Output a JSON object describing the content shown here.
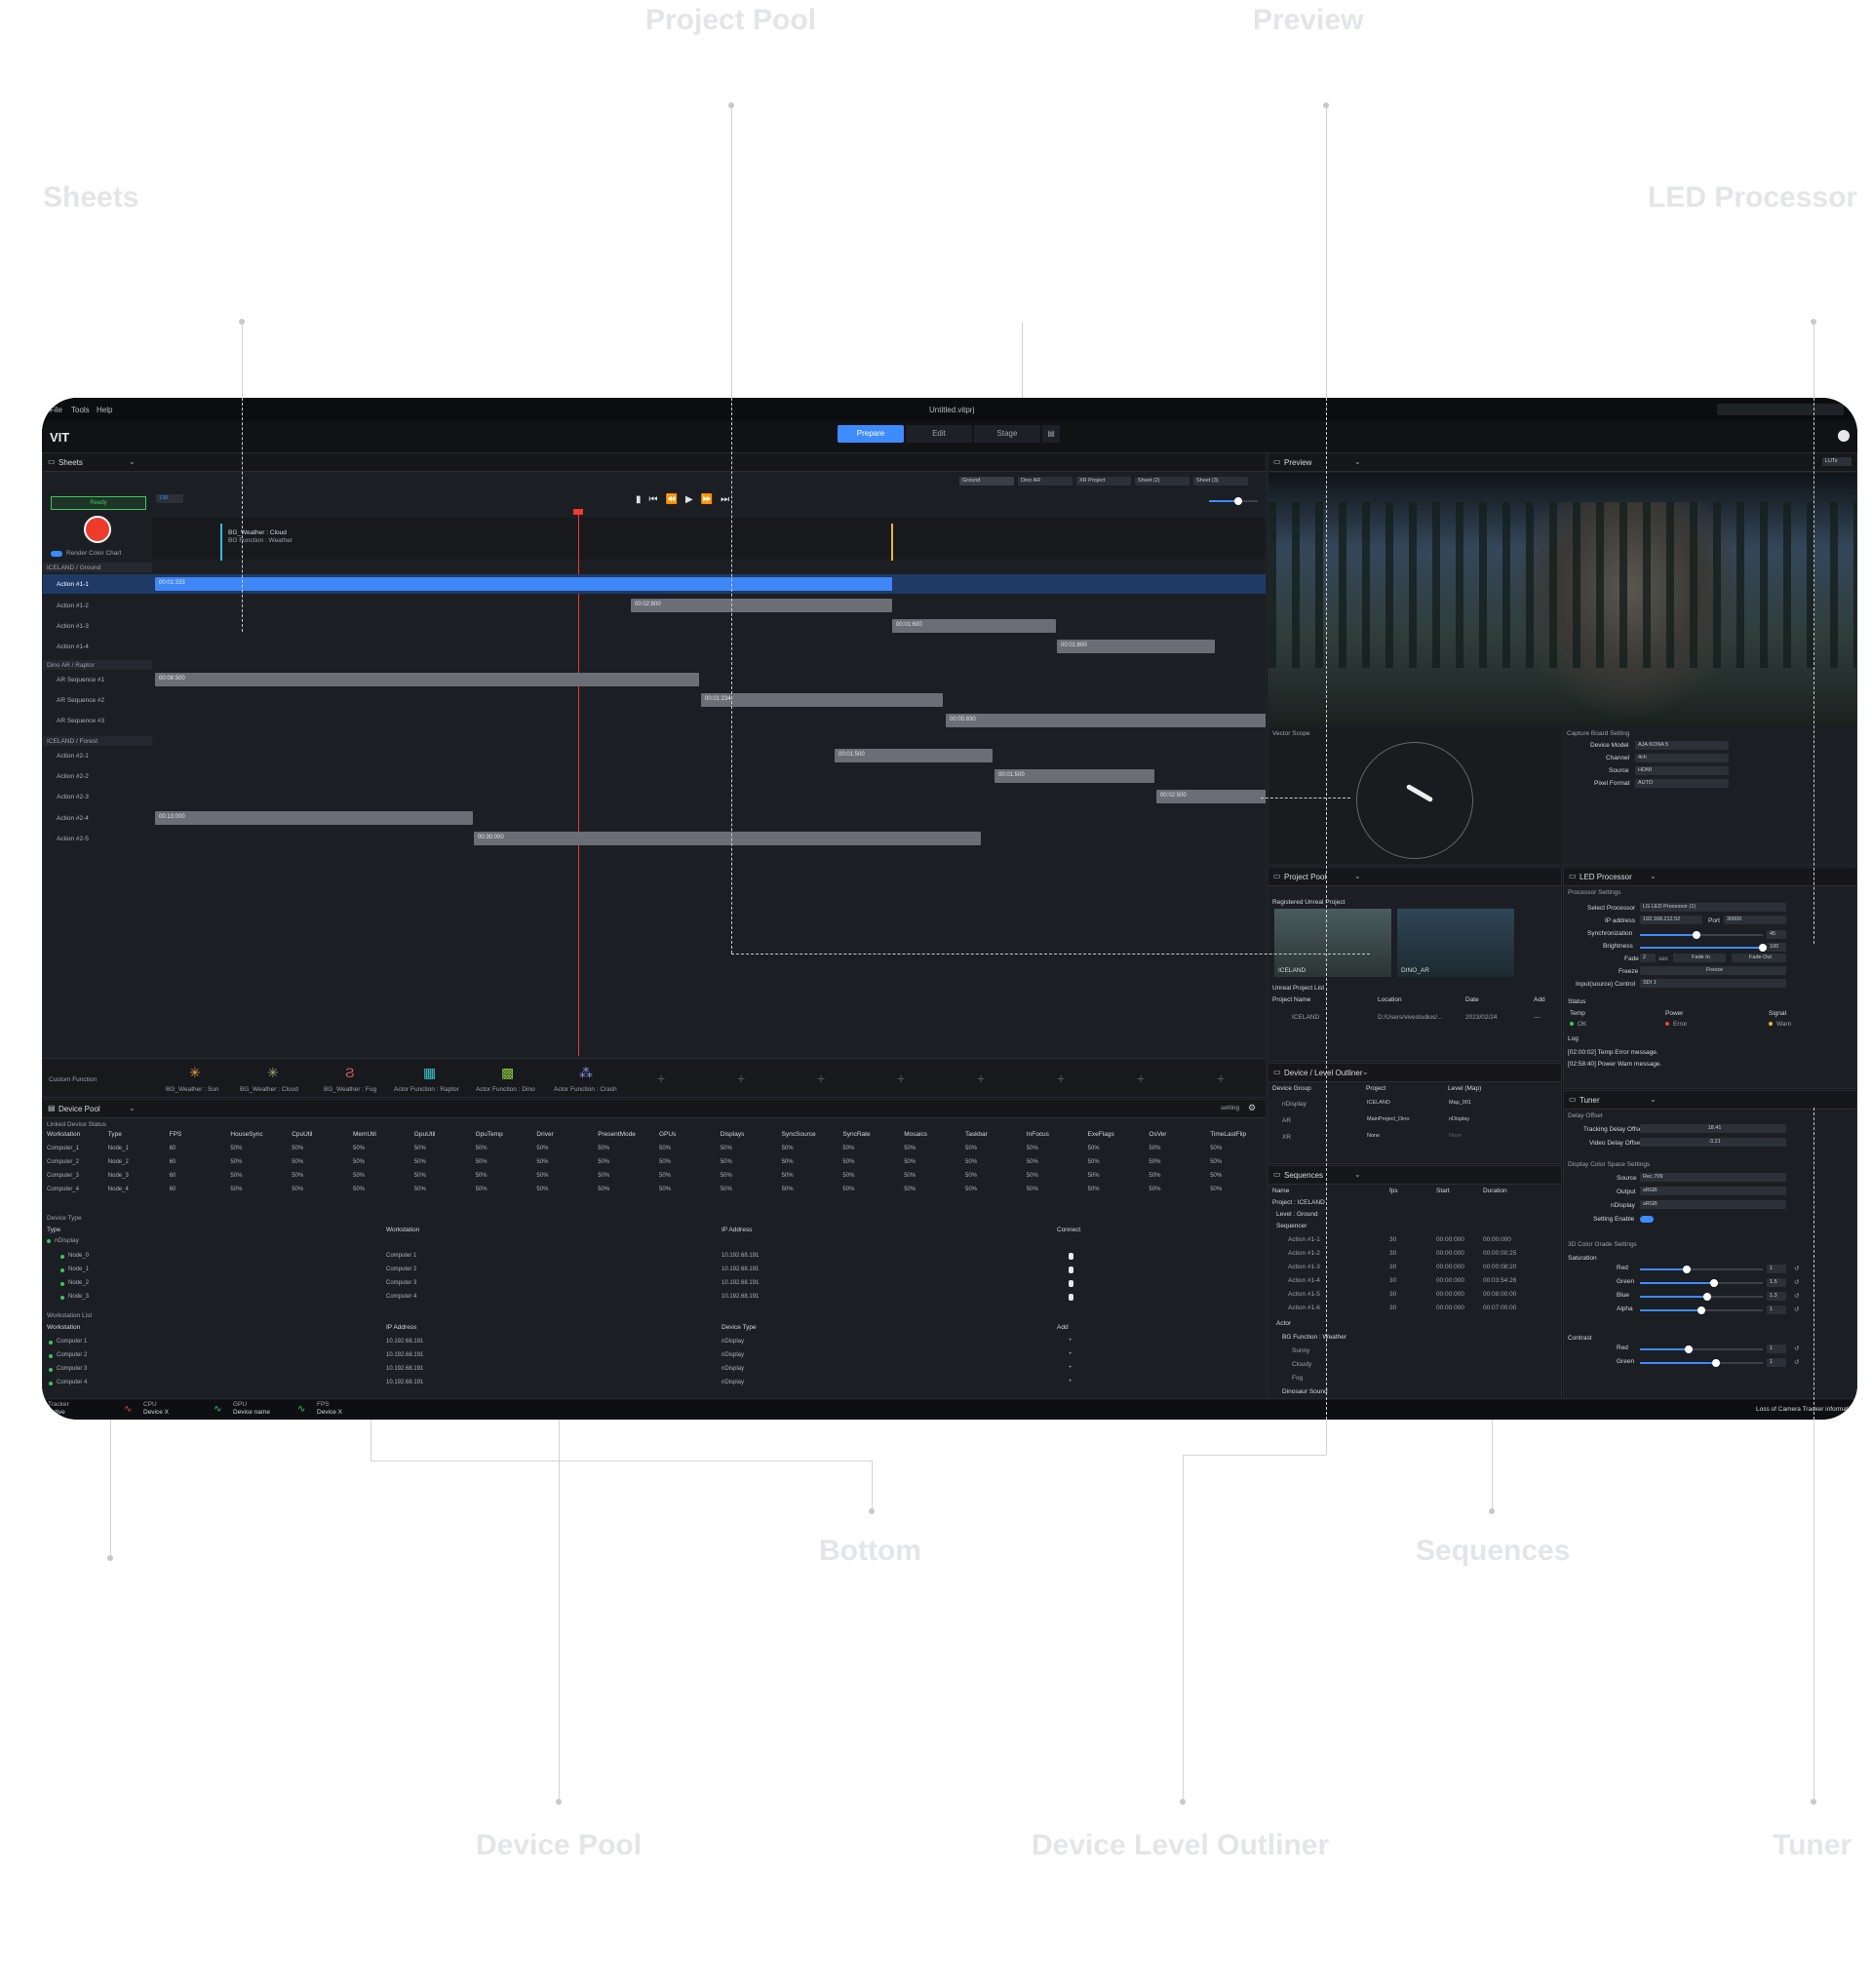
{
  "callouts": {
    "project_pool": "Project Pool",
    "preview": "Preview",
    "sheets": "Sheets",
    "led_processor": "LED Processor",
    "bottom": "Bottom",
    "sequences": "Sequences",
    "device_pool": "Device Pool",
    "device_level_outliner": "Device Level Outliner",
    "tuner": "Tuner"
  },
  "app": {
    "menu": [
      "File",
      "Tools",
      "Help"
    ],
    "window_title": "Untitled.vitprj",
    "logo": "VIT",
    "tabs": [
      "Prepare",
      "Edit",
      "Stage"
    ],
    "active_tab": "Prepare"
  },
  "sheets": {
    "title": "Sheets",
    "sheet_tabs": [
      "Ground",
      "Dino AR",
      "XR Project",
      "Sheet (2)",
      "Sheet (3)"
    ],
    "ready_label": "Ready",
    "render_color_chart": "Render Color Chart",
    "frame_box": "138",
    "cue_clip": "BG_Weather : Cloud",
    "cue_sub": "BG Function : Weather",
    "groups": [
      {
        "name": "ICELAND / Ground",
        "tracks": [
          {
            "label": "Action #1-1",
            "clip": "00:01:333",
            "selected": true
          },
          {
            "label": "Action #1-2",
            "clip": "00:02:800"
          },
          {
            "label": "Action #1-3",
            "clip": "00:01:600"
          },
          {
            "label": "Action #1-4",
            "clip": "00:01:600"
          }
        ]
      },
      {
        "name": "Dino AR / Raptor",
        "tracks": [
          {
            "label": "AR Sequence #1",
            "clip": "00:08:500"
          },
          {
            "label": "AR Sequence #2",
            "clip": "00:01:234"
          },
          {
            "label": "AR Sequence #3",
            "clip": "00:05:830"
          }
        ]
      },
      {
        "name": "ICELAND / Forest",
        "tracks": [
          {
            "label": "Action #2-1",
            "clip": "00:01:500"
          },
          {
            "label": "Action #2-2",
            "clip": "00:01:500"
          },
          {
            "label": "Action #2-3",
            "clip": "00:02:500"
          },
          {
            "label": "Action #2-4",
            "clip": "00:13:000"
          },
          {
            "label": "Action #2-5",
            "clip": "00:30:000"
          }
        ]
      }
    ],
    "custom_function": "Custom Function",
    "functions": [
      "BG_Weather : Sun",
      "BG_Weather : Cloud",
      "BG_Weather : Fog",
      "Actor Function : Raptor",
      "Actor Function : Dino",
      "Actor Function : Crash"
    ]
  },
  "preview": {
    "title": "Preview",
    "luts": "LUTs",
    "vector_scope": "Vector Scope",
    "capture_title": "Capture Board Setting",
    "capture": [
      {
        "label": "Device Model",
        "value": "AJA KONA 5"
      },
      {
        "label": "Channel",
        "value": "4ch"
      },
      {
        "label": "Source",
        "value": "HDMI"
      },
      {
        "label": "Pixel Format",
        "value": "AUTO"
      }
    ]
  },
  "project_pool": {
    "title": "Project Pool",
    "registered": "Registered Unreal Project",
    "thumbs": [
      "ICELAND",
      "DINO_AR"
    ],
    "list_title": "Unreal Project List",
    "headers": [
      "Project Name",
      "Location",
      "Date",
      "Add"
    ],
    "row": [
      "ICELAND",
      "D:/Users/vivestudios/...",
      "2023/02/24",
      "—"
    ]
  },
  "led": {
    "title": "LED Processor",
    "settings": "Processor Settings",
    "rows": [
      {
        "label": "Select Processor",
        "value": "LG LED Processor (1)"
      },
      {
        "label": "IP address",
        "value": "192.168.212.52"
      },
      {
        "label": "Port",
        "value": "30000"
      },
      {
        "label": "Synchronization",
        "value": "45"
      },
      {
        "label": "Brightness",
        "value": "100"
      },
      {
        "label": "Fade",
        "value": "2"
      },
      {
        "label": "Freeze",
        "value": "Freeze"
      },
      {
        "label": "Input(source) Control",
        "value": "SDI 1"
      }
    ],
    "fade_unit": "sec",
    "fade_in": "Fade In",
    "fade_out": "Fade Out",
    "status": "Status",
    "status_headers": [
      "Temp",
      "Power",
      "Signal"
    ],
    "status_values": [
      "OK",
      "Error",
      "Warn"
    ],
    "log": "Log",
    "log_lines": [
      "[02:00:02] Temp Error message.",
      "[02:58:40] Power Warn message."
    ],
    "colors": {
      "ok": "#3cc85a",
      "error": "#e6483b",
      "warn": "#e9b63a"
    }
  },
  "device_level": {
    "title": "Device / Level Outliner",
    "headers": [
      "Device Group",
      "Project",
      "Level (Map)"
    ],
    "rows": [
      [
        "nDisplay",
        "ICELAND",
        "Map_001"
      ],
      [
        "AR",
        "MainProject_Dino",
        "nDisplay"
      ],
      [
        "XR",
        "None",
        "None"
      ]
    ]
  },
  "sequences": {
    "title": "Sequences",
    "headers": [
      "Name",
      "fps",
      "Start",
      "Duration"
    ],
    "project": "Project : ICELAND",
    "level": "Level : Ground",
    "sequencer": "Sequencer",
    "rows": [
      [
        "Action #1-1",
        "30",
        "00:00:000",
        "00:00:000"
      ],
      [
        "Action #1-2",
        "30",
        "00:00:000",
        "00:00:00:25"
      ],
      [
        "Action #1-3",
        "30",
        "00:00:000",
        "00:00:08:20"
      ],
      [
        "Action #1-4",
        "30",
        "00:00:000",
        "00:03:54:26"
      ],
      [
        "Action #1-5",
        "30",
        "00:00:000",
        "00:08:00:00"
      ],
      [
        "Action #1-6",
        "30",
        "00:00:000",
        "00:07:00:00"
      ]
    ],
    "actor": "Actor",
    "bg": "BG Function : Weather",
    "bg_items": [
      "Sunny",
      "Cloudy",
      "Fog"
    ],
    "more": "Dinosaur Sound"
  },
  "tuner": {
    "title": "Tuner",
    "delay": "Delay Offset",
    "delay_rows": [
      {
        "label": "Tracking Delay Offset",
        "value": "18.41"
      },
      {
        "label": "Video Delay Offset",
        "value": "-3.21"
      }
    ],
    "color_space": "Display Color Space Settings",
    "cs_rows": [
      {
        "label": "Source",
        "value": "Rec.709"
      },
      {
        "label": "Output",
        "value": "sRGB"
      },
      {
        "label": "nDisplay",
        "value": "sRGB"
      },
      {
        "label": "Setting Enable",
        "value": ""
      }
    ],
    "grade": "3D Color Grade Settings",
    "saturation": "Saturation",
    "sat": [
      {
        "label": "Red",
        "value": "1",
        "level": 0.38
      },
      {
        "label": "Green",
        "value": "1.5",
        "level": 0.6
      },
      {
        "label": "Blue",
        "value": "1.3",
        "level": 0.55
      },
      {
        "label": "Alpha",
        "value": "1",
        "level": 0.5
      }
    ],
    "contrast": "Contrast",
    "con": [
      {
        "label": "Red",
        "value": "1",
        "level": 0.4
      },
      {
        "label": "Green",
        "value": "1",
        "level": 0.62
      }
    ]
  },
  "device_pool": {
    "title": "Device Pool",
    "setting": "setting",
    "status_title": "Linked Device Status",
    "headers": [
      "Workstation",
      "Type",
      "FPS",
      "HouseSync",
      "CpuUtil",
      "MemUtil",
      "GpuUtil",
      "GpuTemp",
      "Driver",
      "PresentMode",
      "GPUs",
      "Displays",
      "SyncSource",
      "SyncRate",
      "Mosaics",
      "Taskbar",
      "InFocus",
      "ExeFlags",
      "OsVer",
      "TimeLastFlip"
    ],
    "rows": [
      [
        "Computer_1",
        "Node_1",
        "60",
        "50%",
        "50%",
        "50%",
        "50%",
        "50%",
        "50%",
        "50%",
        "50%",
        "50%",
        "50%",
        "50%",
        "50%",
        "50%",
        "50%",
        "50%",
        "50%",
        "50%"
      ],
      [
        "Computer_2",
        "Node_2",
        "60",
        "50%",
        "50%",
        "50%",
        "50%",
        "50%",
        "50%",
        "50%",
        "50%",
        "50%",
        "50%",
        "50%",
        "50%",
        "50%",
        "50%",
        "50%",
        "50%",
        "50%"
      ],
      [
        "Computer_3",
        "Node_3",
        "60",
        "50%",
        "50%",
        "50%",
        "50%",
        "50%",
        "50%",
        "50%",
        "50%",
        "50%",
        "50%",
        "50%",
        "50%",
        "50%",
        "50%",
        "50%",
        "50%",
        "50%"
      ],
      [
        "Computer_4",
        "Node_4",
        "60",
        "50%",
        "50%",
        "50%",
        "50%",
        "50%",
        "50%",
        "50%",
        "50%",
        "50%",
        "50%",
        "50%",
        "50%",
        "50%",
        "50%",
        "50%",
        "50%",
        "50%"
      ]
    ],
    "type_title": "Device Type",
    "type_headers": [
      "Type",
      "Workstation",
      "IP Address",
      "Connect"
    ],
    "type_root": "nDisplay",
    "type_rows": [
      [
        "Node_0",
        "Computer 1",
        "10.192.68.191"
      ],
      [
        "Node_1",
        "Computer 2",
        "10.192.68.191"
      ],
      [
        "Node_2",
        "Computer 3",
        "10.192.68.191"
      ],
      [
        "Node_3",
        "Computer 4",
        "10.192.68.191"
      ]
    ],
    "ws_title": "Workstation List",
    "ws_headers": [
      "Workstation",
      "IP Address",
      "Device Type",
      "Add"
    ],
    "ws_rows": [
      [
        "Computer 1",
        "10.192.68.191",
        "nDisplay"
      ],
      [
        "Computer 2",
        "10.192.68.191",
        "nDisplay"
      ],
      [
        "Computer 3",
        "10.192.68.191",
        "nDisplay"
      ],
      [
        "Computer 4",
        "10.192.68.191",
        "nDisplay"
      ]
    ]
  },
  "bottom": {
    "tracker": "Tracker",
    "active": "Active",
    "cpu": "CPU",
    "cpu_dev": "Device X",
    "gpu": "GPU",
    "gpu_dev": "Device name",
    "fps": "FPS",
    "fps_dev": "Device X",
    "message": "Loss of Camera Tracker information"
  }
}
